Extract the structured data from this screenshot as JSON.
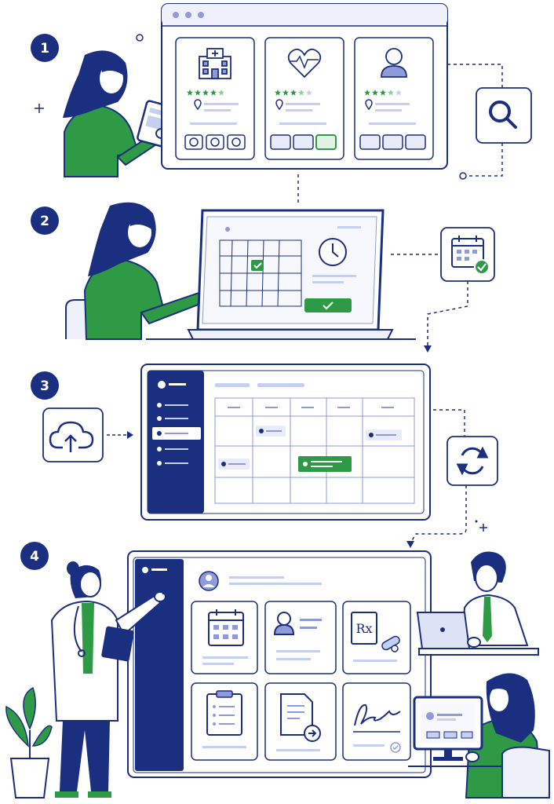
{
  "steps": [
    {
      "number": "1",
      "icon": "search-icon"
    },
    {
      "number": "2",
      "icon": "calendar-check-icon"
    },
    {
      "number": "3",
      "icon": "cloud-upload-icon",
      "icon2": "sync-icon"
    },
    {
      "number": "4"
    }
  ],
  "step1_cards": [
    {
      "icon": "hospital-icon",
      "rating": 4.5
    },
    {
      "icon": "heart-monitor-icon",
      "rating": 3.5
    },
    {
      "icon": "doctor-icon",
      "rating": 3.5
    }
  ],
  "step4_tiles": [
    {
      "icon": "calendar-icon"
    },
    {
      "icon": "patient-profile-icon"
    },
    {
      "icon": "prescription-icon",
      "label": "Rx"
    },
    {
      "icon": "clipboard-icon"
    },
    {
      "icon": "document-send-icon"
    },
    {
      "icon": "signature-icon"
    }
  ],
  "colors": {
    "navy": "#1b2f80",
    "green": "#2f9a45",
    "line": "#1b2f80",
    "soft": "#e8ecf8",
    "bg": "#ffffff"
  }
}
